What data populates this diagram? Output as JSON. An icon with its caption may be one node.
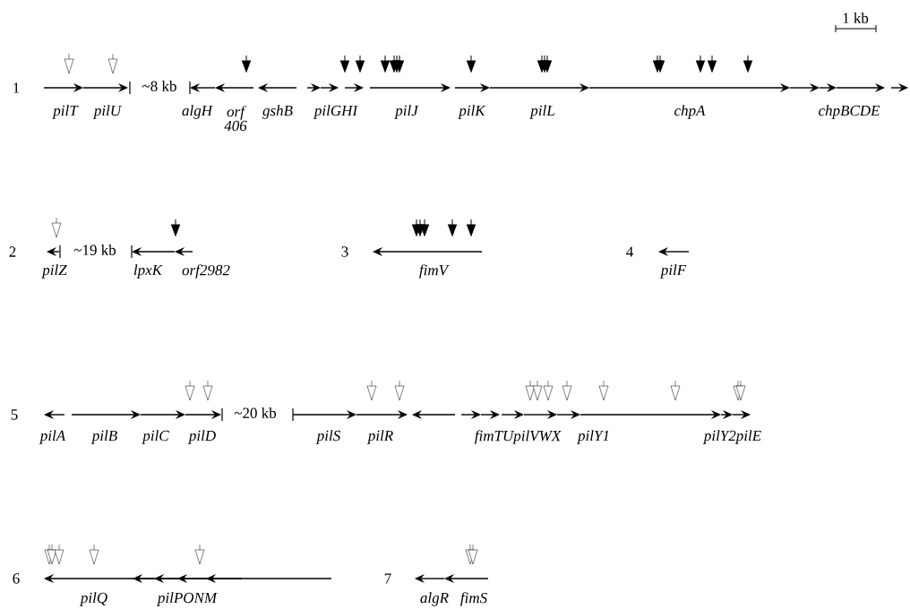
{
  "diagram": {
    "labels": [
      "1 kb",
      "1",
      "~8 kb",
      "pilT",
      "pilU",
      "algH",
      "orf 406",
      "gshB",
      "pilGHI",
      "pilJ",
      "pilK",
      "pilL",
      "chpA",
      "chpBCDE",
      "2",
      "~19 kb",
      "pilZ",
      "lpxK",
      "orf2982",
      "3",
      "fimV",
      "4",
      "pilF",
      "5",
      "~20 kb",
      "pilA",
      "pilB",
      "pilC",
      "pilD",
      "pilS",
      "pilR",
      "fimTUpilVWX",
      "pilY1",
      "pilY2pilE",
      "6",
      "pilQ",
      "pilPONM",
      "7",
      "algR",
      "fimS"
    ]
  }
}
